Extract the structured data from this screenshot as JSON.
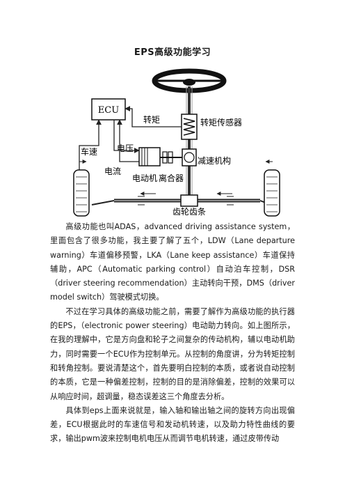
{
  "document": {
    "title": "EPS高级功能学习",
    "figure": {
      "labels": {
        "ecu": "ECU",
        "torque": "转矩",
        "torque_sensor": "转矩传感器",
        "vehicle_speed": "车速",
        "voltage": "电压",
        "current": "电流",
        "reducer": "减速机构",
        "motor": "电动机",
        "clutch": "离合器",
        "rack": "齿轮齿条"
      }
    },
    "paragraphs": [
      "高级功能也叫ADAS，advanced driving assistance system，里面包含了很多功能，我主要了解了五个，LDW（Lane departure warning）车道偏移预警，LKA（Lane keep assistance）车道保持辅助，APC（Automatic parking control）自动泊车控制，DSR（driver steering recommendation）主动转向干预，DMS（driver model switch）驾驶模式切换。",
      "不过在学习具体的高级功能之前，需要了解作为高级功能的执行器的EPS，（electronic power steering）电动助力转向。如上图所示，在我的理解中，它是方向盘和轮子之间复杂的传动机构，辅以电动机助力，同时需要一个ECU作为控制单元。从控制的角度讲，分为转矩控制和转角控制。要说清楚这个，首先要明白控制的本质，或者说自动控制的本质，它是一种偏差控制，控制的目的是消除偏差，控制的效果可以从响应时间，超调量，稳态误差这三个角度去分析。",
      "具体到eps上面来说就是，输入轴和输出轴之间的旋转方向出现偏差，ECU根据此时的车速信号和发动机转速，以及助力特性曲线的要求，输出pwm波来控制电机电压从而调节电机转速，通过皮带传动"
    ]
  }
}
